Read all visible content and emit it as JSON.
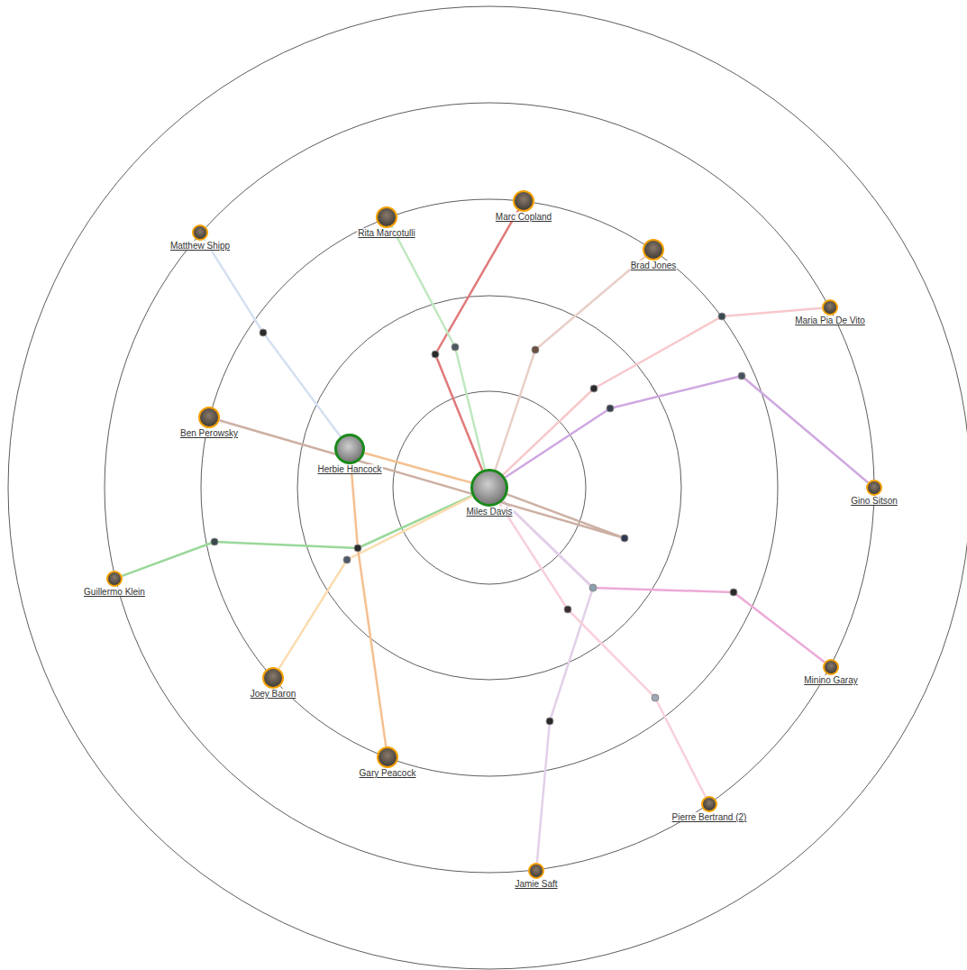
{
  "diagram": {
    "nodes": [
      {
        "text": [
          "Matthew Shipp"
        ]
      },
      {
        "text": [
          "Rita Marcotulli"
        ]
      },
      {
        "text": [
          "Marc Copland"
        ]
      },
      {
        "text": [
          "Brad Jones"
        ]
      },
      {
        "text": [
          "Maria Pia De Vito"
        ]
      },
      {
        "text": [
          "Ben Perowsky"
        ]
      },
      {
        "text": [
          "Herbie Hancock"
        ]
      },
      {
        "text": [
          "Miles Davis"
        ]
      },
      {
        "text": [
          "Gino Sitson"
        ]
      },
      {
        "text": [
          "Guillermo Klein"
        ]
      },
      {
        "text": [
          "Minino Garay"
        ]
      },
      {
        "text": [
          "Joey Baron"
        ]
      },
      {
        "text": [
          "Gary Peacock"
        ]
      },
      {
        "text": [
          "Pierre Bertrand (2)"
        ]
      },
      {
        "text": [
          "Jamie Saft"
        ]
      }
    ],
    "edges": [
      {
        "from": 7,
        "to": 2,
        "arrow": "none"
      },
      {
        "from": 7,
        "to": 1,
        "arrow": "none"
      },
      {
        "from": 7,
        "to": 3,
        "arrow": "none"
      },
      {
        "from": 7,
        "to": 4,
        "arrow": "none"
      },
      {
        "from": 7,
        "to": 8,
        "arrow": "none"
      },
      {
        "from": 7,
        "to": 10,
        "arrow": "none"
      },
      {
        "from": 7,
        "to": 14,
        "arrow": "none"
      },
      {
        "from": 7,
        "to": 13,
        "arrow": "none"
      },
      {
        "from": 7,
        "to": 9,
        "arrow": "none"
      },
      {
        "from": 7,
        "to": 11,
        "arrow": "none"
      },
      {
        "from": 7,
        "to": 5,
        "arrow": "none"
      },
      {
        "from": 7,
        "to": 6,
        "arrow": "none"
      },
      {
        "from": 6,
        "to": 0,
        "arrow": "none"
      },
      {
        "from": 6,
        "to": 12,
        "arrow": "none"
      }
    ]
  }
}
